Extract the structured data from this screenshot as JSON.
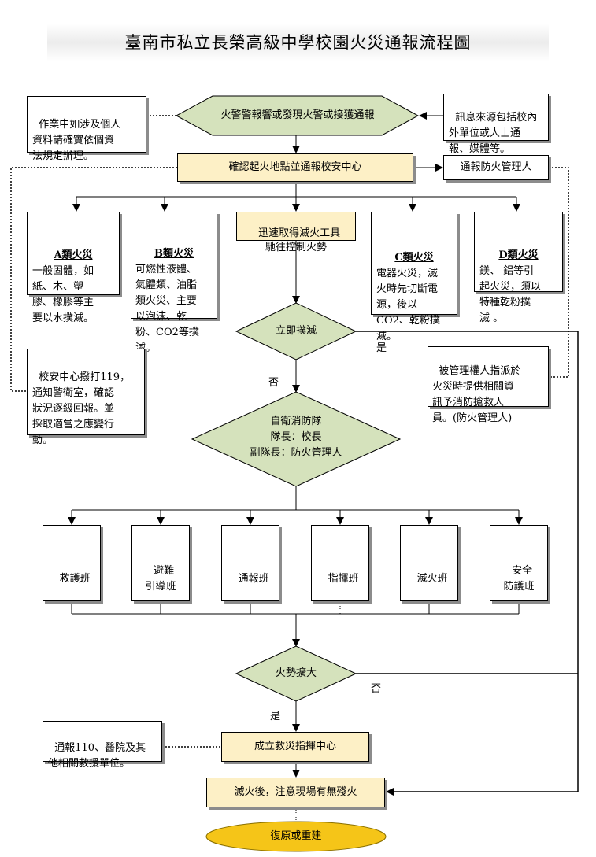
{
  "title": "臺南市私立長榮高級中學校園火災通報流程圖",
  "top_left_note": "作業中如涉及個人\n資料請確實依個資\n法規定辦理。",
  "top_right_note": "訊息來源包括校內\n外單位或人士通\n報、媒體等。",
  "step_alarm": "火警警報響或發現火警或接獲通報",
  "step_confirm": "確認起火地點並通報校安中心",
  "notify_manager": "通報防火管理人",
  "fire_classes": [
    {
      "head": "A類火災",
      "text": "一般固體，如\n紙、木、塑\n膠、橡膠等主\n要以水撲滅。"
    },
    {
      "head": "B類火災",
      "text": "可燃性液體、\n氣體類、油脂\n類火災、主要\n以泡沫、乾\n粉、CO2等撲\n滅。"
    },
    {
      "head": "C類火災",
      "text": "電器火災，滅\n火時先切斷電\n源，後以\nCO2、乾粉撲\n滅。"
    },
    {
      "head": "D類火災",
      "text": "鎂、 鋁等引\n起火災，須以\n特種乾粉撲\n滅 。"
    }
  ],
  "step_tools": "迅速取得滅火工具\n馳往控制火勢",
  "decision_extinguish": "立即撲滅",
  "yes_label": "是",
  "no_label": "否",
  "left_note": "校安中心撥打119，\n通知警衛室，確認\n狀況逐級回報。並\n採取適當之應變行\n動。",
  "right_note": "被管理權人指派於\n火災時提供相關資\n訊予消防搶救人\n員。(防火管理人)",
  "brigade": {
    "line1": "自衛消防隊",
    "line2": "隊長：校長",
    "line3": "副隊長：防火管理人"
  },
  "teams": [
    "救護班",
    "避難\n引導班",
    "通報班",
    "指揮班",
    "滅火班",
    "安全\n防護班"
  ],
  "decision_spread": "火勢擴大",
  "spread_yes": "是",
  "spread_no": "否",
  "notify_110": "通報110、醫院及其\n他相關救援單位。",
  "step_command": "成立救災指揮中心",
  "step_after": "滅火後，注意現場有無殘火",
  "step_restore": "復原或重建",
  "colors": {
    "beige": "#fdf0c6",
    "green": "#d5e2bc",
    "oval": "#f5c518",
    "shadow": "#8c8c8c"
  }
}
